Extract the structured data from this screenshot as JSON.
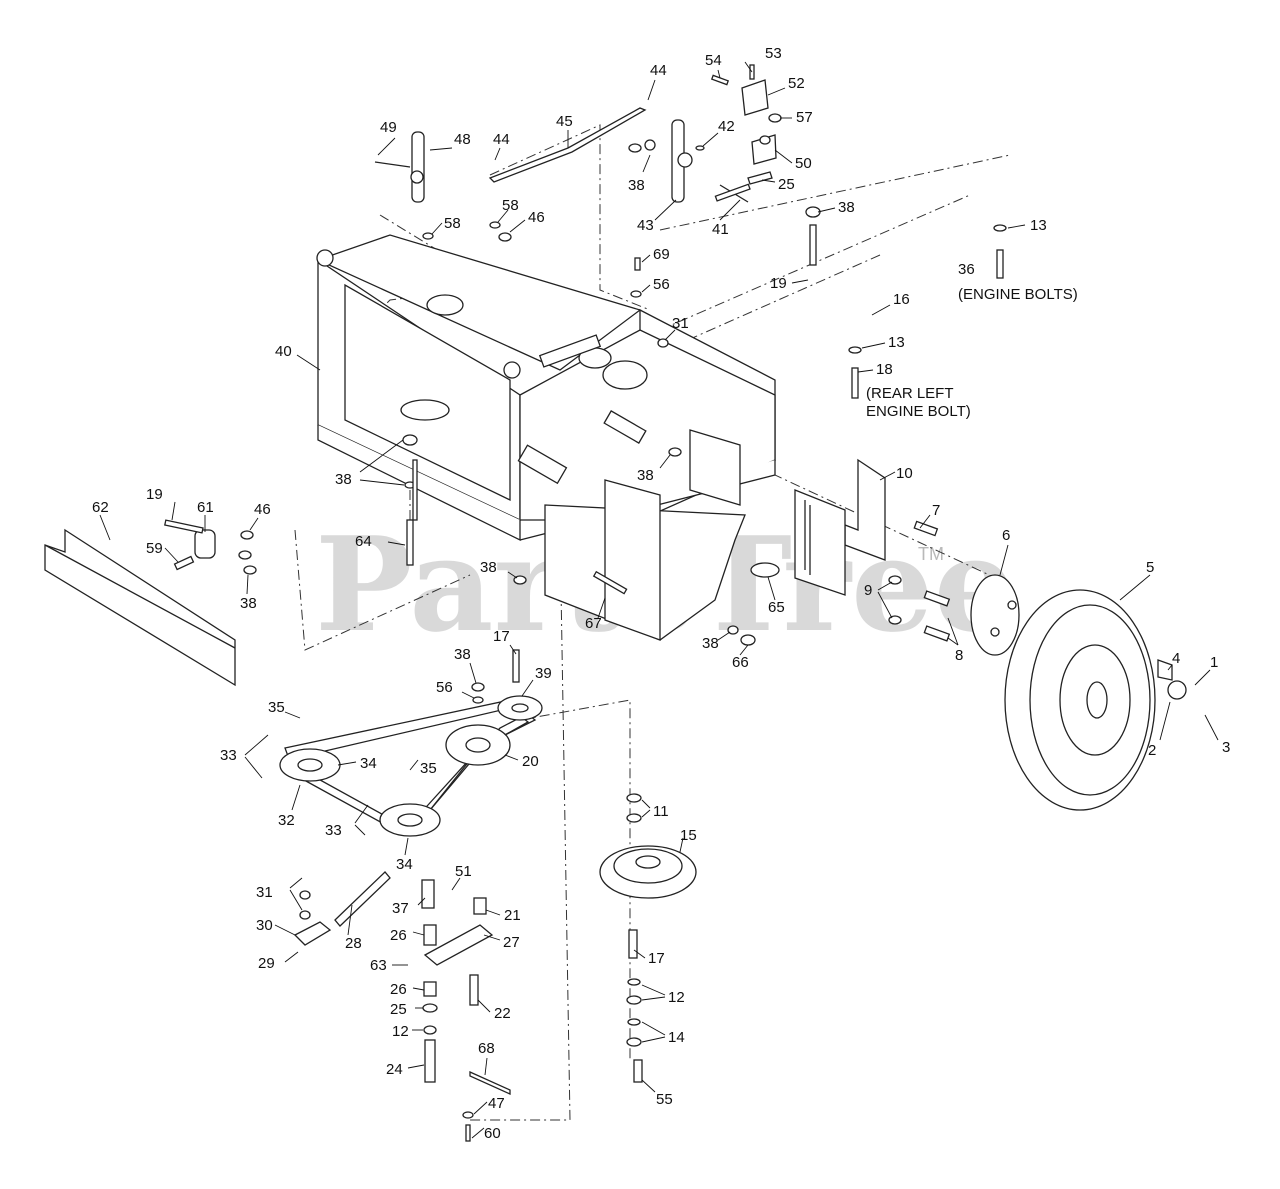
{
  "watermark": {
    "text": "PartsTree",
    "mark": "TM"
  },
  "notes": {
    "engine_bolts": "(ENGINE BOLTS)",
    "rear_left_1": "(REAR LEFT",
    "rear_left_2": "ENGINE BOLT)"
  },
  "callouts": [
    "44",
    "53",
    "54",
    "52",
    "57",
    "45",
    "42",
    "49",
    "48",
    "44",
    "50",
    "38",
    "25",
    "43",
    "41",
    "58",
    "46",
    "58",
    "38",
    "13",
    "69",
    "36",
    "56",
    "19",
    "16",
    "31",
    "13",
    "40",
    "18",
    "38",
    "10",
    "38",
    "7",
    "19",
    "62",
    "61",
    "46",
    "6",
    "5",
    "59",
    "38",
    "64",
    "38",
    "9",
    "67",
    "65",
    "38",
    "66",
    "8",
    "17",
    "1",
    "38",
    "39",
    "4",
    "56",
    "35",
    "33",
    "2",
    "3",
    "34",
    "35",
    "20",
    "32",
    "11",
    "33",
    "34",
    "15",
    "31",
    "51",
    "37",
    "21",
    "30",
    "28",
    "26",
    "27",
    "29",
    "63",
    "17",
    "26",
    "12",
    "25",
    "22",
    "12",
    "14",
    "24",
    "68",
    "55",
    "47",
    "60"
  ]
}
